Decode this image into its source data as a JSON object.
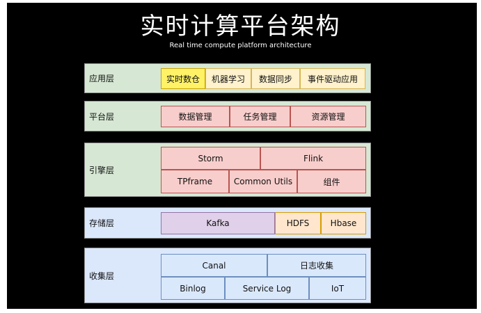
{
  "title": "实时计算平台架构",
  "subtitle": "Real time compute platform architecture",
  "layers": {
    "app": {
      "label": "应用层",
      "items": [
        "实时数仓",
        "机器学习",
        "数据同步",
        "事件驱动应用"
      ]
    },
    "platform": {
      "label": "平台层",
      "items": [
        "数据管理",
        "任务管理",
        "资源管理"
      ]
    },
    "engine": {
      "label": "引擎层",
      "items": [
        "Storm",
        "Flink",
        "TPframe",
        "Common Utils",
        "组件"
      ]
    },
    "storage": {
      "label": "存储层",
      "items": [
        "Kafka",
        "HDFS",
        "Hbase"
      ]
    },
    "collect": {
      "label": "收集层",
      "items": [
        "Canal",
        "日志收集",
        "Binlog",
        "Service Log",
        "IoT"
      ]
    }
  },
  "colors": {
    "background": "#000000",
    "layer_green": "#d6e8d4",
    "layer_blue": "#dbe8fc",
    "cell_red": "#f8cecc",
    "cell_yellow": "#fff2cc",
    "cell_highlight": "#fff267",
    "cell_purple": "#e0d0e9",
    "cell_orange": "#ffe6cc",
    "cell_blue": "#dae8fc"
  }
}
